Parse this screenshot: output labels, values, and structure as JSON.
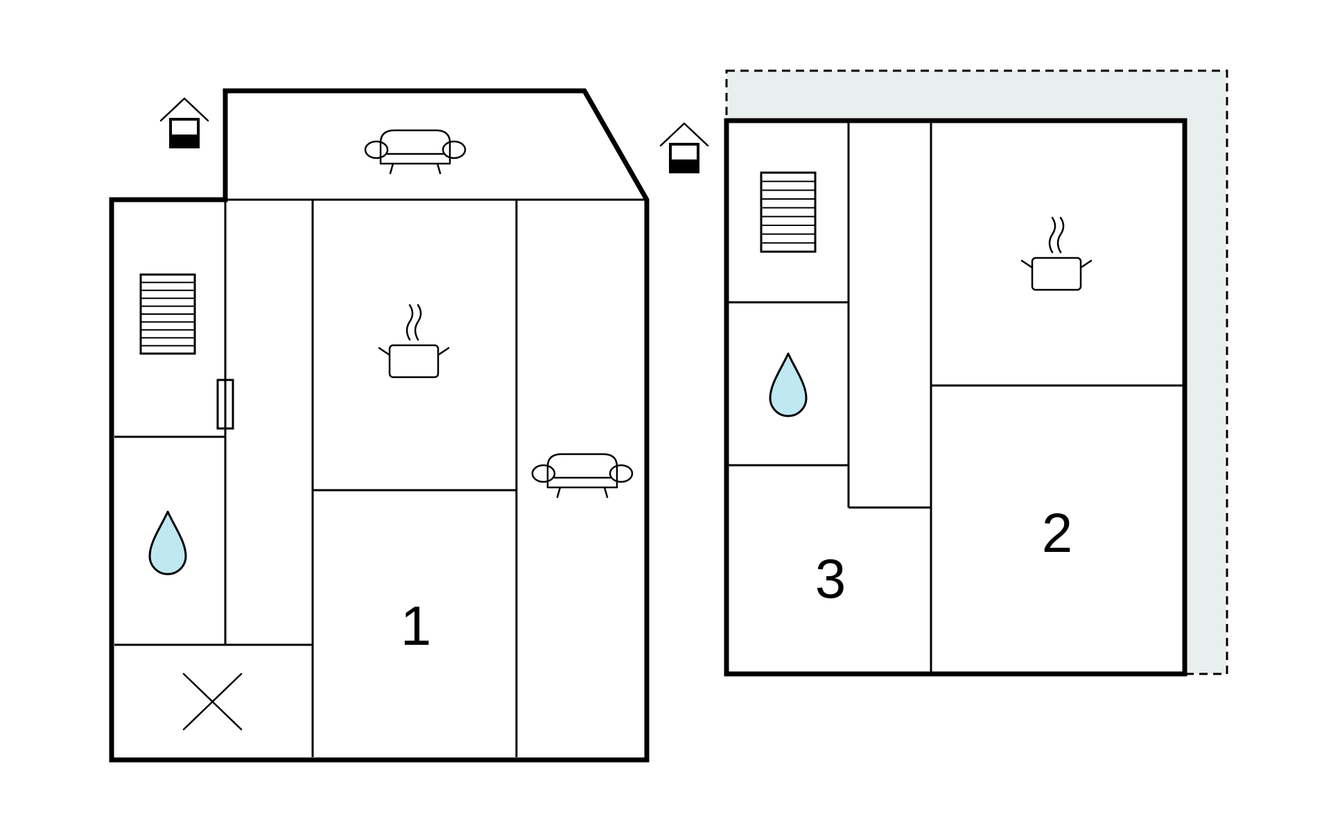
{
  "rooms": [
    {
      "label": "1"
    },
    {
      "label": "2"
    },
    {
      "label": "3"
    }
  ],
  "colors": {
    "water": "#bfe8f2",
    "terrace": "#e9eeee",
    "wall": "#000000"
  },
  "icons": [
    "entrance-icon",
    "sofa-icon",
    "stairs-icon",
    "cooking-pot-icon",
    "water-drop-icon",
    "cross-icon"
  ]
}
